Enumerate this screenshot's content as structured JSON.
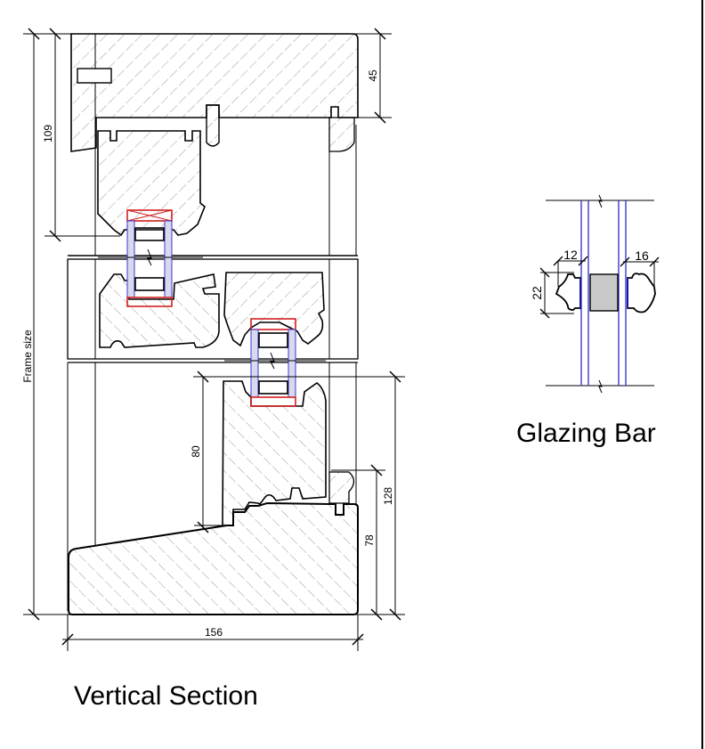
{
  "drawing": {
    "vertical_section": {
      "caption": "Vertical Section",
      "dimensions": {
        "frame_size_label": "Frame size",
        "head_to_glass": "109",
        "head_depth": "45",
        "bottom_sash_height": "80",
        "sill_total": "128",
        "sill_height": "78",
        "overall_width": "156"
      }
    },
    "glazing_bar": {
      "caption": "Glazing Bar",
      "dimensions": {
        "bead_height": "22",
        "inner_bead_width": "12",
        "outer_bead_width": "16"
      }
    },
    "colors": {
      "line": "#000000",
      "hatch": "#9a9a9a",
      "gasket": "#d42020",
      "glass": "#3a3ad0",
      "spacer_fill": "#c8c8c8"
    }
  }
}
